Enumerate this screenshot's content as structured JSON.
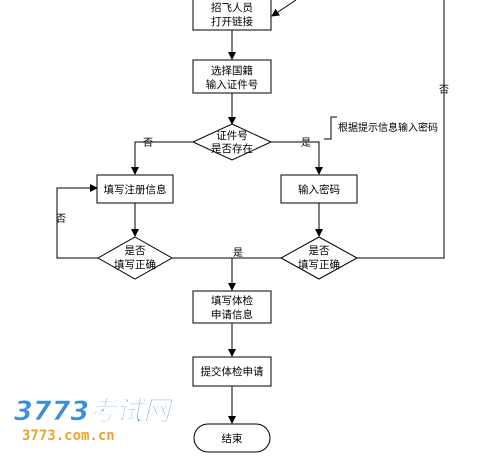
{
  "nodes": {
    "start_line1": "招飞人员",
    "start_line2": "打开链接",
    "select_line1": "选择国籍",
    "select_line2": "输入证件号",
    "decision_id_line1": "证件号",
    "decision_id_line2": "是否存在",
    "fill_register": "填写注册信息",
    "enter_password": "输入密码",
    "check_left_line1": "是否",
    "check_left_line2": "填写正确",
    "check_right_line1": "是否",
    "check_right_line2": "填写正确",
    "fill_exam_line1": "填写体检",
    "fill_exam_line2": "申请信息",
    "submit_exam": "提交体检申请",
    "end": "结束"
  },
  "annotation": "根据提示信息输入密码",
  "edge_labels": {
    "id_no": "否",
    "id_yes": "是",
    "left_no": "否",
    "join_yes": "是",
    "right_no": "否"
  },
  "watermark": {
    "brand": "3773考试网",
    "url": "3773.com.cn"
  },
  "colors": {
    "line": "#000000",
    "node_fill": "#ffffff",
    "watermark_blue": "#3a8fd6",
    "watermark_orange": "#f0a22a"
  }
}
